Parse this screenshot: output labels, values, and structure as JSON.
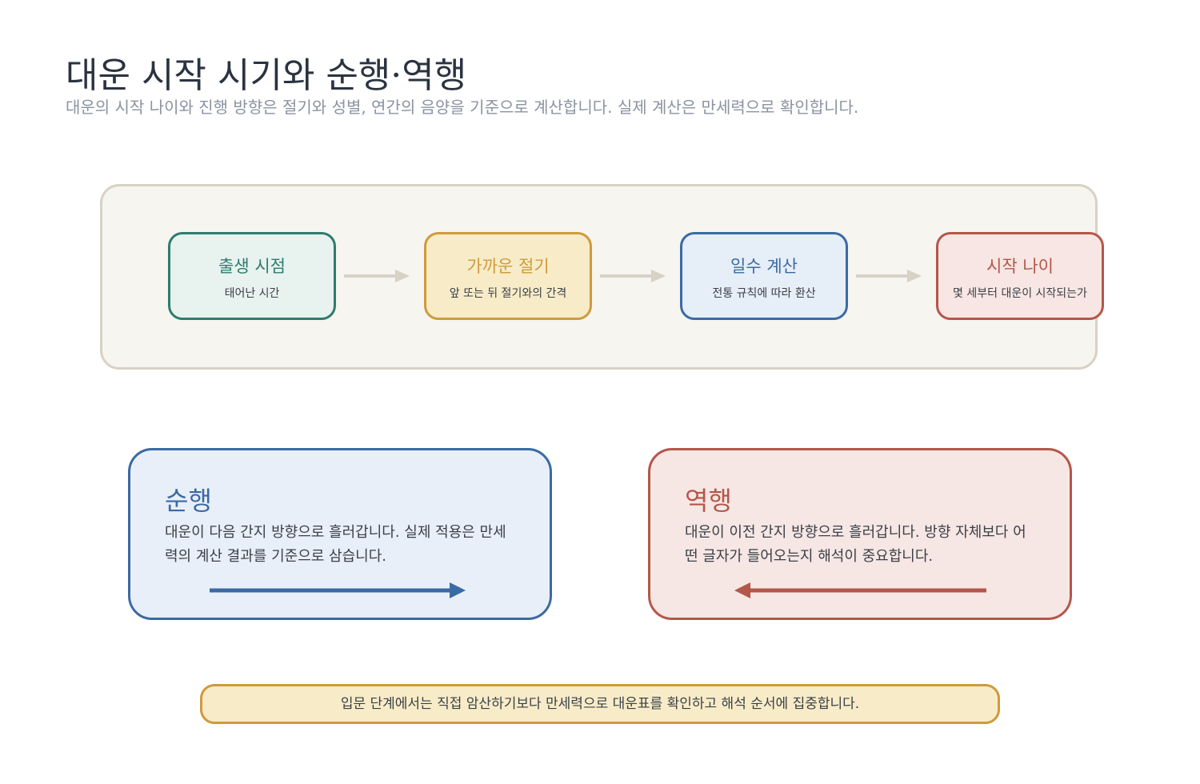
{
  "header": {
    "title": "대운 시작 시기와 순행·역행",
    "subtitle": "대운의 시작 나이와 진행 방향은 절기와 성별, 연간의 음양을 기준으로 계산합니다. 실제 계산은 만세력으로 확인합니다."
  },
  "steps": [
    {
      "title": "출생 시점",
      "desc": "태어난 시간"
    },
    {
      "title": "가까운 절기",
      "desc": "앞 또는 뒤 절기와의 간격"
    },
    {
      "title": "일수 계산",
      "desc": "전통 규칙에 따라 환산"
    },
    {
      "title": "시작 나이",
      "desc": "몇 세부터 대운이 시작되는가"
    }
  ],
  "directions": {
    "forward": {
      "title": "순행",
      "desc": "대운이 다음 간지 방향으로 흘러갑니다. 실제 적용은 만세력의 계산 결과를 기준으로 삼습니다."
    },
    "reverse": {
      "title": "역행",
      "desc": "대운이 이전 간지 방향으로 흘러갑니다. 방향 자체보다 어떤 글자가 들어오는지 해석이 중요합니다."
    }
  },
  "note": "입문 단계에서는 직접 암산하기보다 만세력으로 대운표를 확인하고 해석 순서에 집중합니다.",
  "colors": {
    "teal": "#2e7b6e",
    "gold": "#cf9a3c",
    "blue": "#3a6aa3",
    "red": "#b5564a",
    "connector": "#d8d2c5"
  }
}
